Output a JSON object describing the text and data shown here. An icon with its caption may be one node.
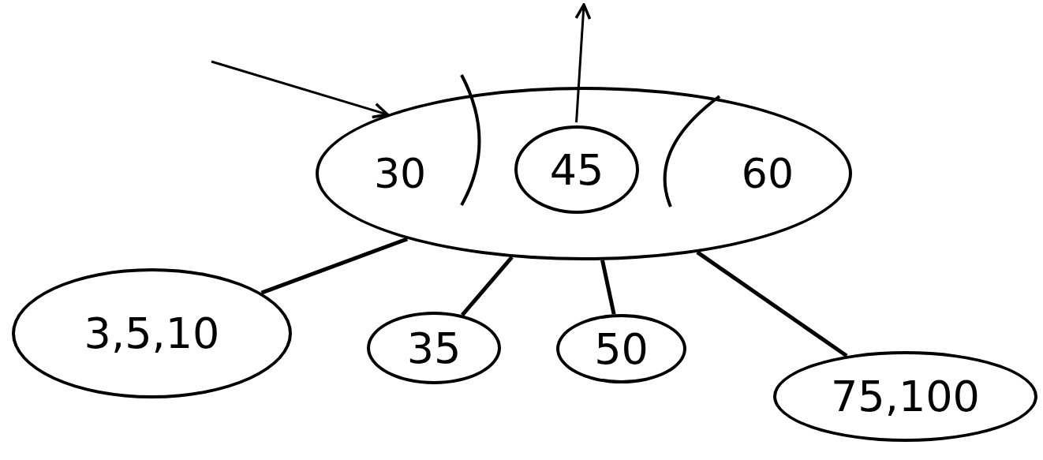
{
  "diagram": {
    "nodes": [
      {
        "text": [
          "30",
          "60"
        ]
      },
      {
        "text": [
          "45"
        ],
        "in": 0
      },
      {
        "text": [
          "3,5,10"
        ]
      },
      {
        "text": [
          "35"
        ]
      },
      {
        "text": [
          "50"
        ]
      },
      {
        "text": [
          "75,100"
        ]
      }
    ],
    "edges": [
      {
        "from": null,
        "to": 0,
        "arrow": "to"
      },
      {
        "from": 1,
        "to": null,
        "arrow": "to"
      },
      {
        "from": 0,
        "to": 2,
        "arrow": "none"
      },
      {
        "from": 0,
        "to": 3,
        "arrow": "none"
      },
      {
        "from": 0,
        "to": 4,
        "arrow": "none"
      },
      {
        "from": 0,
        "to": 5,
        "arrow": "none"
      }
    ]
  }
}
